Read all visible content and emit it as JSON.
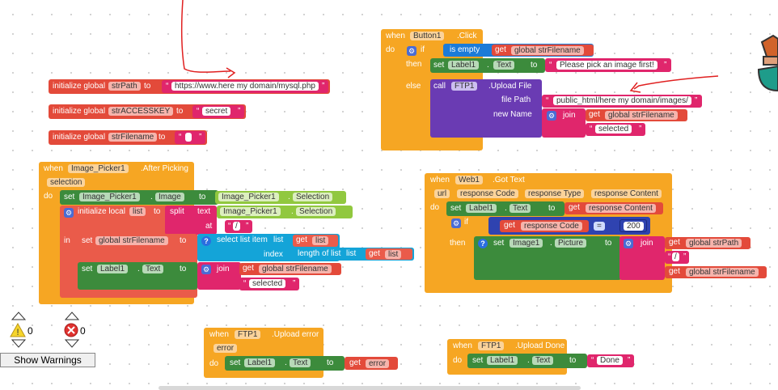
{
  "globals": {
    "init_label": "initialize global",
    "to": "to",
    "strPath_name": "strPath",
    "strPath_value": "https://www.here my domain/mysql.php",
    "strAccess_name": "strACCESSKEY",
    "strAccess_value": "secret",
    "strFilename_name": "strFilename",
    "strFilename_value": ""
  },
  "button_click": {
    "when": "when",
    "component": "Button1",
    "event": ".Click",
    "do": "do",
    "if": "if",
    "is_empty": "is empty",
    "get": "get",
    "get_var": "global strFilename",
    "then": "then",
    "set": "set",
    "label": "Label1",
    "prop": "Text",
    "to": "to",
    "message": "Please pick an image first!",
    "else": "else",
    "call": "call",
    "ftp": "FTP1",
    "method": ".Upload File",
    "file_path": "file Path",
    "path_value": "public_html/here my domain/images/",
    "new_name": "new Name",
    "join": "join",
    "join_var": "global strFilename",
    "selected": "selected"
  },
  "after_picking": {
    "when": "when",
    "component": "Image_Picker1",
    "event": ".After Picking",
    "param": "selection",
    "do": "do",
    "set": "set",
    "picker": "Image_Picker1",
    "prop_image": "Image",
    "to": "to",
    "picker2": "Image_Picker1",
    "prop_selection": "Selection",
    "init_local": "initialize local",
    "list_name": "list",
    "split": "split",
    "text": "text",
    "picker3": "Image_Picker1",
    "at": "at",
    "sep": "/",
    "in": "in",
    "global_filename": "global strFilename",
    "select_item": "select list item",
    "list_label": "list",
    "get": "get",
    "list_var": "list",
    "index": "index",
    "length": "length of list",
    "list_label2": "list",
    "list_var2": "list",
    "label": "Label1",
    "prop_text": "Text",
    "join": "join",
    "join_var": "global strFilename",
    "selected": "selected"
  },
  "got_text": {
    "when": "when",
    "component": "Web1",
    "event": ".Got Text",
    "params": [
      "url",
      "response Code",
      "response Type",
      "response Content"
    ],
    "do": "do",
    "set": "set",
    "label": "Label1",
    "prop": "Text",
    "to": "to",
    "get": "get",
    "get_var": "response Content",
    "if": "if",
    "cond_var": "response Code",
    "eq": "=",
    "code": "200",
    "then": "then",
    "image": "Image1",
    "picture": "Picture",
    "join": "join",
    "join_var1": "global strPath",
    "slash": "/",
    "join_var2": "global strFilename"
  },
  "upload_error": {
    "when": "when",
    "component": "FTP1",
    "event": ".Upload error",
    "param": "error",
    "do": "do",
    "set": "set",
    "label": "Label1",
    "prop": "Text",
    "to": "to",
    "get": "get",
    "get_var": "error"
  },
  "upload_done": {
    "when": "when",
    "component": "FTP1",
    "event": ".Upload Done",
    "do": "do",
    "set": "set",
    "label": "Label1",
    "prop": "Text",
    "to": "to",
    "value": "Done"
  },
  "warnings": {
    "warning_count": "0",
    "error_count": "0",
    "button": "Show Warnings"
  },
  "colors": {
    "event": "#f6a623",
    "variable": "#e34a3a",
    "text": "#e0266c",
    "component_set": "#3c8b3c",
    "component_get": "#91c83f",
    "procedure": "#6a3bb3",
    "list": "#1b7bd8",
    "annotation": "#e02020"
  }
}
